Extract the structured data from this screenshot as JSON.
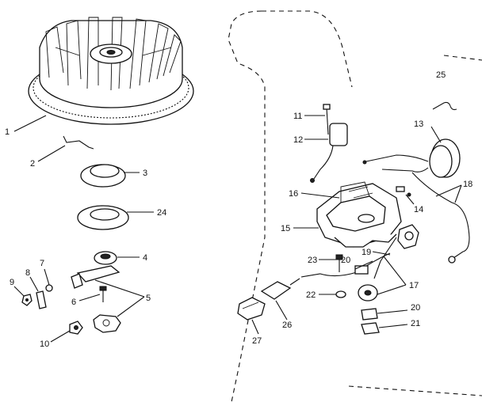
{
  "callouts": {
    "c1": "1",
    "c2": "2",
    "c3": "3",
    "c4": "4",
    "c5": "5",
    "c6": "6",
    "c7": "7",
    "c8": "8",
    "c9": "9",
    "c10": "10",
    "c11": "11",
    "c12": "12",
    "c13": "13",
    "c14": "14",
    "c15": "15",
    "c16": "16",
    "c17": "17",
    "c18": "18",
    "c19": "19",
    "c20a": "20",
    "c20b": "20",
    "c21": "21",
    "c22": "22",
    "c23": "23",
    "c24": "24",
    "c25": "25",
    "c26": "26",
    "c27": "27"
  },
  "colors": {
    "ink": "#111111",
    "paper": "#ffffff"
  }
}
